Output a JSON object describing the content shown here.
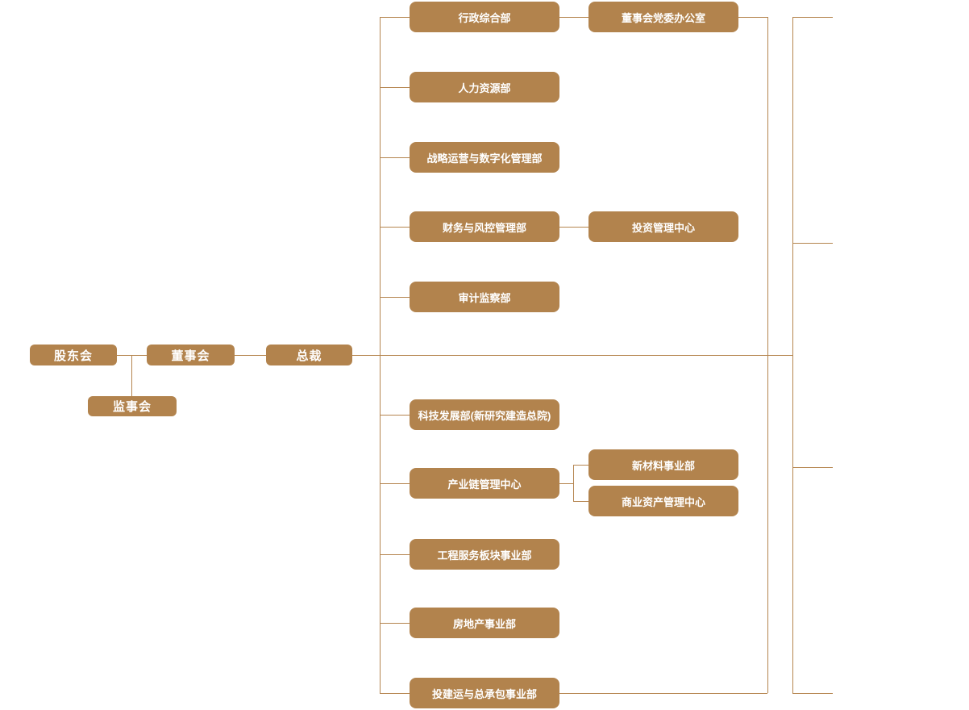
{
  "colors": {
    "background": "#ffffff",
    "node_fill": "#b2834d",
    "node_text": "#ffffff",
    "connector": "#b5854f"
  },
  "org_chart": {
    "root_nodes": {
      "shareholders_meeting": "股东会",
      "board_of_directors": "董事会",
      "president": "总裁",
      "supervisory_board": "监事会"
    },
    "departments": [
      {
        "label": "行政综合部"
      },
      {
        "label": "人力资源部"
      },
      {
        "label": "战略运营与数字化管理部"
      },
      {
        "label": "财务与风控管理部"
      },
      {
        "label": "审计监察部"
      },
      {
        "label": "科技发展部(新研究建造总院)"
      },
      {
        "label": "产业链管理中心"
      },
      {
        "label": "工程服务板块事业部"
      },
      {
        "label": "房地产事业部"
      },
      {
        "label": "投建运与总承包事业部"
      }
    ],
    "attached_offices": [
      {
        "label": "董事会党委办公室",
        "attached_to": "行政综合部"
      },
      {
        "label": "投资管理中心",
        "attached_to": "财务与风控管理部"
      },
      {
        "label": "新材料事业部",
        "attached_to": "产业链管理中心"
      },
      {
        "label": "商业资产管理中心",
        "attached_to": "产业链管理中心"
      }
    ]
  }
}
